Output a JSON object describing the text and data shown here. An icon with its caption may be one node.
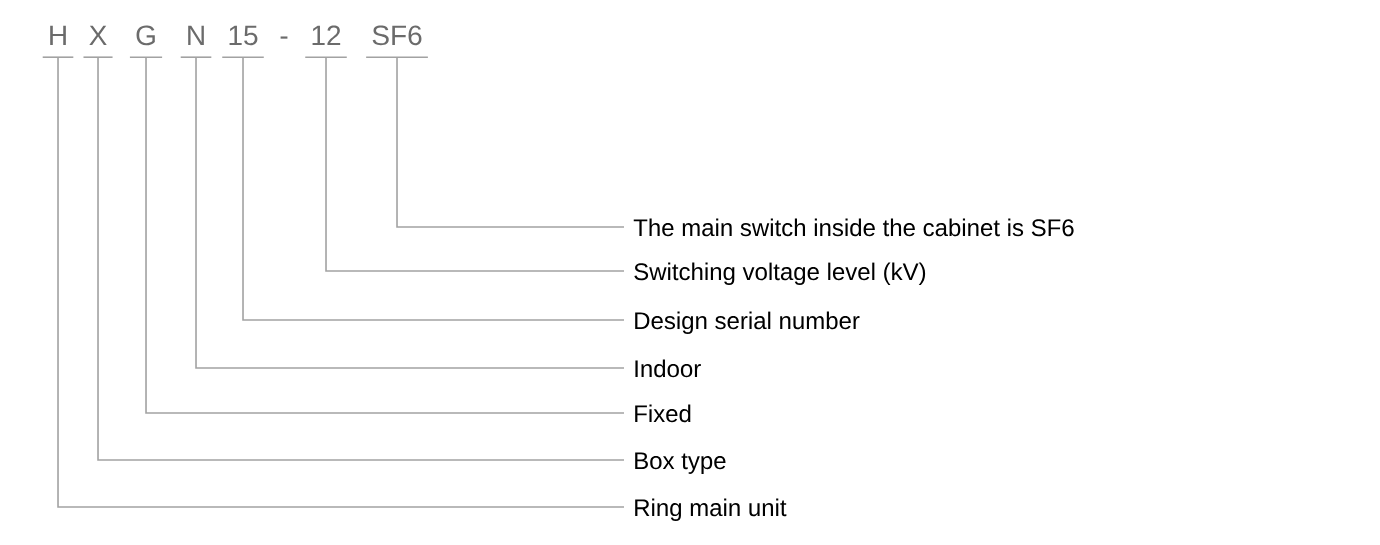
{
  "diagram": {
    "nodes": [
      {
        "text": [
          "H"
        ]
      },
      {
        "text": [
          "X"
        ]
      },
      {
        "text": [
          "G"
        ]
      },
      {
        "text": [
          "N"
        ]
      },
      {
        "text": [
          "15"
        ]
      },
      {
        "text": [
          "12"
        ]
      },
      {
        "text": [
          "SF6"
        ]
      },
      {
        "text": [
          "The main switch inside the cabinet is SF6"
        ]
      },
      {
        "text": [
          "Switching voltage level (kV)"
        ]
      },
      {
        "text": [
          "Design serial number"
        ]
      },
      {
        "text": [
          "Indoor"
        ]
      },
      {
        "text": [
          "Fixed"
        ]
      },
      {
        "text": [
          "Box type"
        ]
      },
      {
        "text": [
          "Ring main unit"
        ]
      }
    ],
    "edges": [
      {
        "from": 0,
        "to": 13,
        "arrow": "none"
      },
      {
        "from": 1,
        "to": 12,
        "arrow": "none"
      },
      {
        "from": 2,
        "to": 11,
        "arrow": "none"
      },
      {
        "from": 3,
        "to": 10,
        "arrow": "none"
      },
      {
        "from": 4,
        "to": 9,
        "arrow": "none"
      },
      {
        "from": 5,
        "to": 8,
        "arrow": "none"
      },
      {
        "from": 6,
        "to": 7,
        "arrow": "none"
      }
    ],
    "labels": [
      "-"
    ]
  }
}
